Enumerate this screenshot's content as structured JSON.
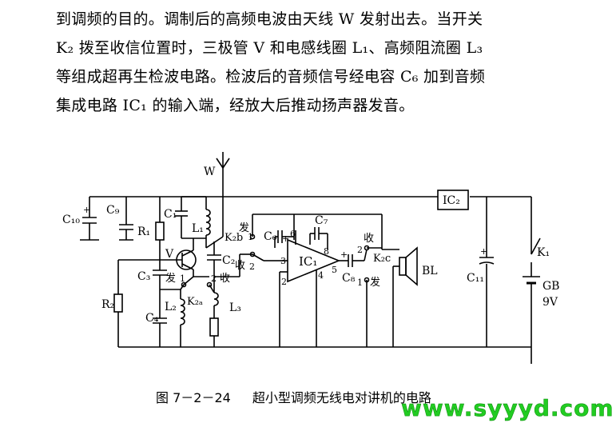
{
  "paragraph": {
    "lines": [
      "到调频的目的。调制后的高频电波由天线 W 发射出去。当开关",
      "K₂ 拨至收信位置时，三极管 V 和电感线圈 L₁、高频阻流圈 L₃",
      "等组成超再生检波电路。检波后的音频信号经电容 C₆ 加到音频",
      "集成电路 IC₁ 的输入端，经放大后推动扬声器发音。"
    ]
  },
  "caption": {
    "number": "图 7－2－24",
    "title": "超小型调频无线电对讲机的电路"
  },
  "watermark": "www.syyyd.com",
  "labels": {
    "W": "W",
    "C10": "C₁₀",
    "C9": "C₉",
    "R1": "R₁",
    "C1": "C₁",
    "L1": "L₁",
    "K2b": "K₂b",
    "V": "V",
    "C2": "C₂",
    "C3": "C₃",
    "R2": "R₂",
    "C4": "C₄",
    "L2": "L₂",
    "K2a": "K₂ₐ",
    "L3": "L₃",
    "C6": "C₆",
    "C7": "C₇",
    "IC1": "IC₁",
    "IC2": "IC₂",
    "C8": "C₈",
    "K2c": "K₂c",
    "BL": "BL",
    "C11": "C₁₁",
    "K1": "K₁",
    "GB": "GB",
    "V9": "9V",
    "fa": "发",
    "shou": "收",
    "p1": "1",
    "p2": "2",
    "p3": "3",
    "p4": "4",
    "p5": "5",
    "p6": "6",
    "p8": "8",
    "plus": "+"
  }
}
